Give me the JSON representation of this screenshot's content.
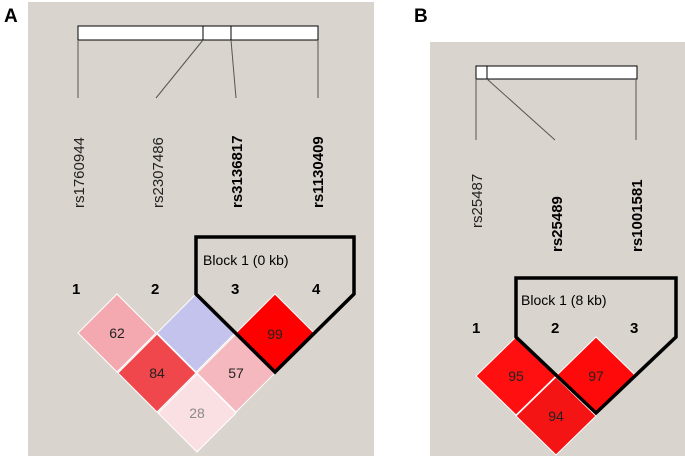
{
  "panels": [
    {
      "letter": "A",
      "markers": [
        {
          "number": "1",
          "name": "rs1760944",
          "bold": false
        },
        {
          "number": "2",
          "name": "rs2307486",
          "bold": false
        },
        {
          "number": "3",
          "name": "rs3136817",
          "bold": true
        },
        {
          "number": "4",
          "name": "rs1130409",
          "bold": true
        }
      ],
      "block_label": "Block 1 (0 kb)",
      "cells": [
        {
          "pair": "1-2",
          "value": "62",
          "color": "#f4a9b1",
          "text_color": "#222222"
        },
        {
          "pair": "2-3",
          "value": "",
          "color": "#c3c3ed",
          "text_color": "#222222"
        },
        {
          "pair": "3-4",
          "value": "99",
          "color": "#ff0000",
          "text_color": "#222222"
        },
        {
          "pair": "1-3",
          "value": "84",
          "color": "#f0474c",
          "text_color": "#222222"
        },
        {
          "pair": "2-4",
          "value": "57",
          "color": "#f5b8bf",
          "text_color": "#222222"
        },
        {
          "pair": "1-4",
          "value": "28",
          "color": "#fbe0e3",
          "text_color": "#8a8a8a"
        }
      ]
    },
    {
      "letter": "B",
      "markers": [
        {
          "number": "1",
          "name": "rs25487",
          "bold": false
        },
        {
          "number": "2",
          "name": "rs25489",
          "bold": true
        },
        {
          "number": "3",
          "name": "rs1001581",
          "bold": true
        }
      ],
      "block_label": "Block 1 (8 kb)",
      "cells": [
        {
          "pair": "1-2",
          "value": "95",
          "color": "#ff0f0f",
          "text_color": "#222222"
        },
        {
          "pair": "2-3",
          "value": "97",
          "color": "#ff0a0a",
          "text_color": "#222222"
        },
        {
          "pair": "1-3",
          "value": "94",
          "color": "#f51414",
          "text_color": "#222222"
        }
      ]
    }
  ],
  "colors": {
    "background": "#d9d4cd",
    "outline": "#000000"
  }
}
